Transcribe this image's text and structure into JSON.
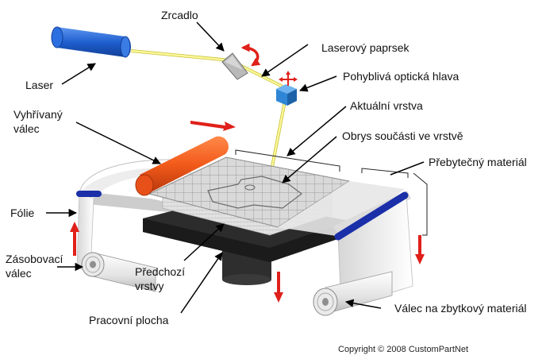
{
  "labels": {
    "zrcadlo": "Zrcadlo",
    "laserovy_paprsek": "Laserový paprsek",
    "laser": "Laser",
    "pohybliva_hlava": "Pohyblivá optická hlava",
    "vyhrivany_1": "Vyhřívaný",
    "vyhrivany_2": "válec",
    "aktualni_vrstva": "Aktuální vrstva",
    "obrys": "Obrys součásti ve vrstvě",
    "prebytecny": "Přebytečný materiál",
    "folie": "Fólie",
    "zasobovaci_1": "Zásobovací",
    "zasobovaci_2": "válec",
    "predchozi_1": "Předchozí",
    "predchozi_2": "vrstvy",
    "pracovni_plocha": "Pracovní plocha",
    "valec_zbytkovy": "Válec na zbytkový materiál",
    "copyright": "Copyright © 2008 CustomPartNet"
  },
  "colors": {
    "laser_body": "#1f5fd0",
    "beam": "#f4f07a",
    "heated_roller": "#f25a1a",
    "optical_head": "#2f86d6",
    "arrow_red": "#e0201a",
    "blue_rod": "#1a2fa8"
  }
}
